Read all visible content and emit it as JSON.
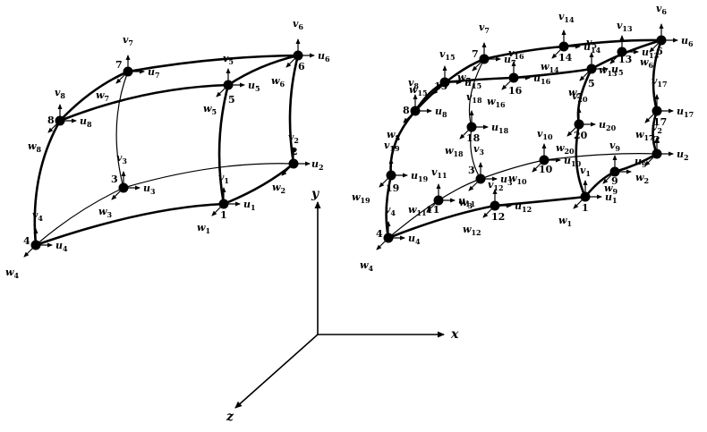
{
  "diagram": {
    "left_element": {
      "nodes": [
        {
          "n": "1",
          "u": "u",
          "us": "1",
          "v": "v",
          "vs": "1",
          "w": "w",
          "ws": "1"
        },
        {
          "n": "2",
          "u": "u",
          "us": "2",
          "v": "v",
          "vs": "2",
          "w": "w",
          "ws": "2"
        },
        {
          "n": "3",
          "u": "u",
          "us": "3",
          "v": "v",
          "vs": "3",
          "w": "w",
          "ws": "3"
        },
        {
          "n": "4",
          "u": "u",
          "us": "4",
          "v": "v",
          "vs": "4",
          "w": "w",
          "ws": "4"
        },
        {
          "n": "5",
          "u": "u",
          "us": "5",
          "v": "v",
          "vs": "5",
          "w": "w",
          "ws": "5"
        },
        {
          "n": "6",
          "u": "u",
          "us": "6",
          "v": "v",
          "vs": "6",
          "w": "w",
          "ws": "6"
        },
        {
          "n": "7",
          "u": "u",
          "us": "7",
          "v": "v",
          "vs": "7",
          "w": "w",
          "ws": "7"
        },
        {
          "n": "8",
          "u": "u",
          "us": "8",
          "v": "v",
          "vs": "8",
          "w": "w",
          "ws": "8"
        }
      ]
    },
    "right_element": {
      "nodes": [
        {
          "n": "1",
          "u": "u",
          "us": "1",
          "v": "v",
          "vs": "1",
          "w": "w",
          "ws": "1"
        },
        {
          "n": "2",
          "u": "u",
          "us": "2",
          "v": "v",
          "vs": "2",
          "w": "w",
          "ws": "2"
        },
        {
          "n": "3",
          "u": "u",
          "us": "3",
          "v": "v",
          "vs": "3",
          "w": "w",
          "ws": "3"
        },
        {
          "n": "4",
          "u": "u",
          "us": "4",
          "v": "v",
          "vs": "4",
          "w": "w",
          "ws": "4"
        },
        {
          "n": "5",
          "u": "u",
          "us": "5",
          "v": "v",
          "vs": "5",
          "w": "w",
          "ws": "5"
        },
        {
          "n": "6",
          "u": "u",
          "us": "6",
          "v": "v",
          "vs": "6",
          "w": "w",
          "ws": "6"
        },
        {
          "n": "7",
          "u": "u",
          "us": "7",
          "v": "v",
          "vs": "7",
          "w": "w",
          "ws": "7"
        },
        {
          "n": "8",
          "u": "u",
          "us": "8",
          "v": "v",
          "vs": "8",
          "w": "w",
          "ws": "8"
        },
        {
          "n": "9",
          "u": "u",
          "us": "9",
          "v": "v",
          "vs": "9",
          "w": "w",
          "ws": "9"
        },
        {
          "n": "10",
          "u": "u",
          "us": "10",
          "v": "v",
          "vs": "10",
          "w": "w",
          "ws": "10"
        },
        {
          "n": "11",
          "u": "u",
          "us": "11",
          "v": "v",
          "vs": "11",
          "w": "w",
          "ws": "11"
        },
        {
          "n": "12",
          "u": "u",
          "us": "12",
          "v": "v",
          "vs": "12",
          "w": "w",
          "ws": "12"
        },
        {
          "n": "13",
          "u": "u",
          "us": "13",
          "v": "v",
          "vs": "13",
          "w": "w",
          "ws": "13"
        },
        {
          "n": "14",
          "u": "u",
          "us": "14",
          "v": "v",
          "vs": "14",
          "w": "w",
          "ws": "14"
        },
        {
          "n": "15",
          "u": "u",
          "us": "15",
          "v": "v",
          "vs": "15",
          "w": "w",
          "ws": "15"
        },
        {
          "n": "16",
          "u": "u",
          "us": "16",
          "v": "v",
          "vs": "16",
          "w": "w",
          "ws": "16"
        },
        {
          "n": "17",
          "u": "u",
          "us": "17",
          "v": "v",
          "vs": "17",
          "w": "w",
          "ws": "17"
        },
        {
          "n": "18",
          "u": "u",
          "us": "18",
          "v": "v",
          "vs": "18",
          "w": "w",
          "ws": "18"
        },
        {
          "n": "19",
          "u": "u",
          "us": "19",
          "v": "v",
          "vs": "19",
          "w": "w",
          "ws": "19"
        },
        {
          "n": "20",
          "u": "u",
          "us": "20",
          "v": "v",
          "vs": "20",
          "w": "w",
          "ws": "20"
        }
      ]
    },
    "axes": {
      "x": "x",
      "y": "y",
      "z": "z"
    }
  }
}
